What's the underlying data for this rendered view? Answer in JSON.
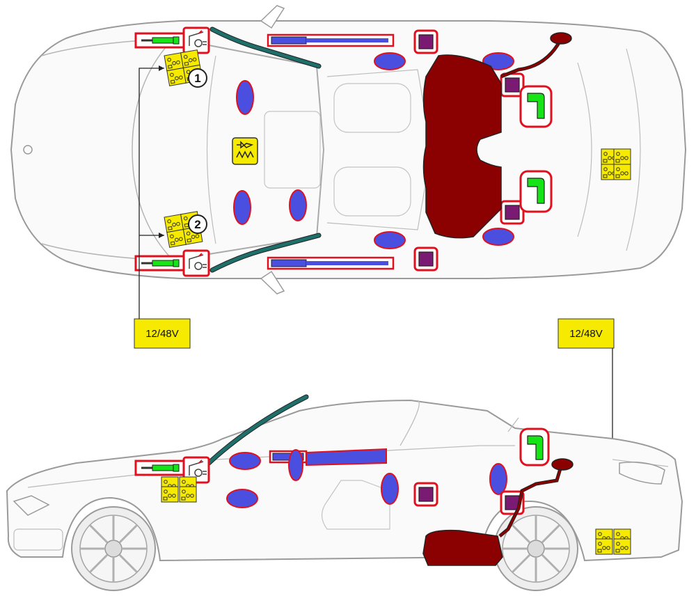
{
  "labels": {
    "voltage_left": "12/48V",
    "voltage_right": "12/48V",
    "callout_1": "1",
    "callout_2": "2"
  },
  "icons": {
    "airbag": "side-airbag-icon",
    "pyro_buckle": "pyrotechnic-buckle-icon",
    "seatbelt_tensioner": "seatbelt-tensioner-icon",
    "battery": "battery-icon",
    "fuel_tank": "fuel-tank-icon",
    "gas_strut": "gas-strut-icon",
    "rollover_bar": "rollover-protection-icon",
    "pretensioner_sensor": "seatbelt-pretensioner-icon",
    "highpressure": "high-strength-pillar-icon",
    "heater": "auxiliary-heater-icon"
  },
  "colors": {
    "outline": "#9a9a9a",
    "airbag": "#4b4fe0",
    "airbag_edge": "#d0102a",
    "tank": "#8b0000",
    "battery": "#f5ea00",
    "pillar": "#1e6e6a",
    "green": "#17e417",
    "purple": "#7b1a72",
    "red": "#e0101e"
  }
}
